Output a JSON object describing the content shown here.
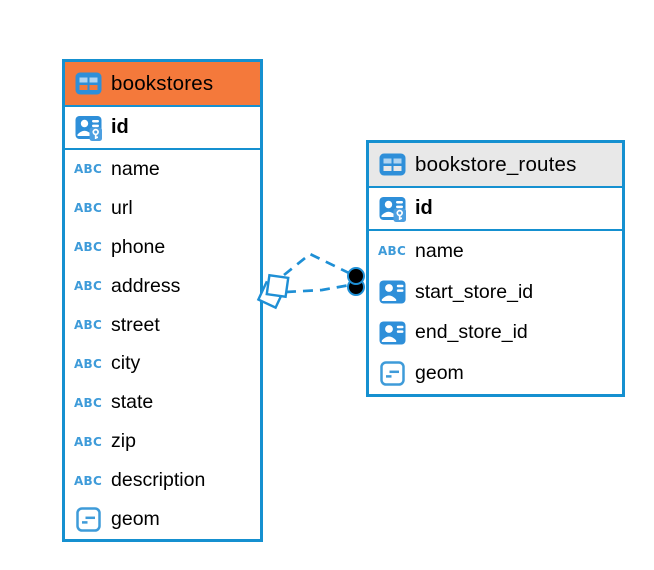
{
  "diagram": {
    "icons": {
      "text_type_glyph": "ABC"
    },
    "tables": [
      {
        "name": "bookstores",
        "header_bg": "#F4793B",
        "primary_key": {
          "name": "id",
          "icon": "primary-key"
        },
        "columns": [
          {
            "name": "name",
            "type": "text"
          },
          {
            "name": "url",
            "type": "text"
          },
          {
            "name": "phone",
            "type": "text"
          },
          {
            "name": "address",
            "type": "text"
          },
          {
            "name": "street",
            "type": "text"
          },
          {
            "name": "city",
            "type": "text"
          },
          {
            "name": "state",
            "type": "text"
          },
          {
            "name": "zip",
            "type": "text"
          },
          {
            "name": "description",
            "type": "text"
          },
          {
            "name": "geom",
            "type": "geometry"
          }
        ]
      },
      {
        "name": "bookstore_routes",
        "header_bg": "#E8E8E8",
        "primary_key": {
          "name": "id",
          "icon": "primary-key"
        },
        "columns": [
          {
            "name": "name",
            "type": "text"
          },
          {
            "name": "start_store_id",
            "type": "foreign-key"
          },
          {
            "name": "end_store_id",
            "type": "foreign-key"
          },
          {
            "name": "geom",
            "type": "geometry"
          }
        ]
      }
    ],
    "relationships": [
      {
        "from_table": "bookstores",
        "to_table": "bookstore_routes",
        "style": "dashed"
      },
      {
        "from_table": "bookstores",
        "to_table": "bookstore_routes",
        "style": "dashed"
      }
    ],
    "colors": {
      "table_border": "#1590D0",
      "icon_blue": "#2E8FD9",
      "header_orange": "#F4793B",
      "header_gray": "#E8E8E8",
      "relationship_line": "#1E8FD5",
      "relationship_dot": "#000000",
      "background": "#FFFFFF"
    }
  }
}
